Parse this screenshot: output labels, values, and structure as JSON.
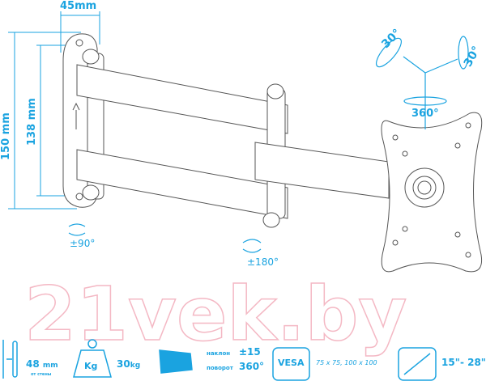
{
  "colors": {
    "accent": "#1aa3e0",
    "line": "#555555",
    "watermark": "#f4b8c4"
  },
  "watermark": "21vek.by",
  "dimensions": {
    "depth": "45mm",
    "height_total": "150 mm",
    "height_holes": "138 mm"
  },
  "rotations": {
    "wall_swivel": "±90°",
    "arm_swivel": "±180°",
    "tilt_a": "30°",
    "tilt_b": "30°",
    "rotate": "360°"
  },
  "specs": {
    "wall_distance": "48",
    "wall_distance_unit": "mm",
    "wall_distance_note": "от стены",
    "weight_icon": "Kg",
    "max_load": "30",
    "max_load_unit": "kg",
    "tilt_label": "наклон",
    "tilt_value": "±15",
    "rotate_label": "поворот",
    "rotate_value": "360°",
    "vesa_icon": "VESA",
    "vesa_values": "75 x 75, 100 x 100",
    "screen_size": "15\"- 28\""
  }
}
